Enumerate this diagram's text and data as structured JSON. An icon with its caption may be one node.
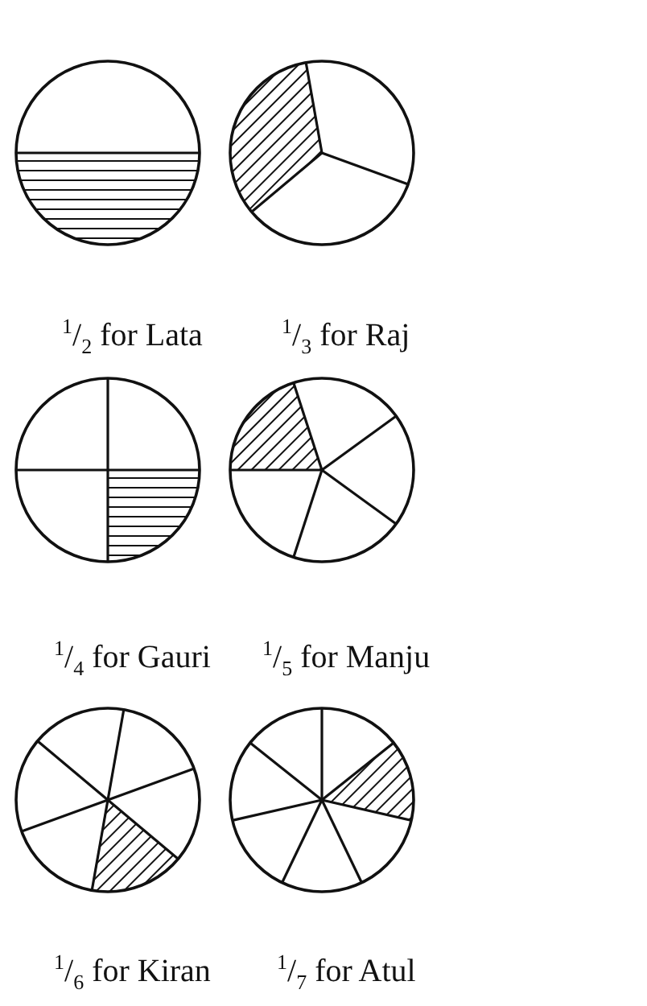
{
  "diagram": {
    "nodes": [
      {
        "text": [],
        "shape": "circle"
      },
      {
        "text": [],
        "shape": "circle"
      },
      {
        "text": [],
        "shape": "circle"
      },
      {
        "text": [],
        "shape": "circle"
      },
      {
        "text": [],
        "shape": "circle"
      },
      {
        "text": [],
        "shape": "circle"
      }
    ],
    "labels": [
      "$^{1}$/$_{2}$ for Lata",
      "$^{1}$/$_{3}$ for Raj",
      "$^{1}$/$_{4}$ for Gauri",
      "$^{1}$/$_{5}$ for Manju",
      "$^{1}$/$_{6}$ for Kiran",
      "$^{1}$/$_{7}$ for Atul"
    ]
  }
}
